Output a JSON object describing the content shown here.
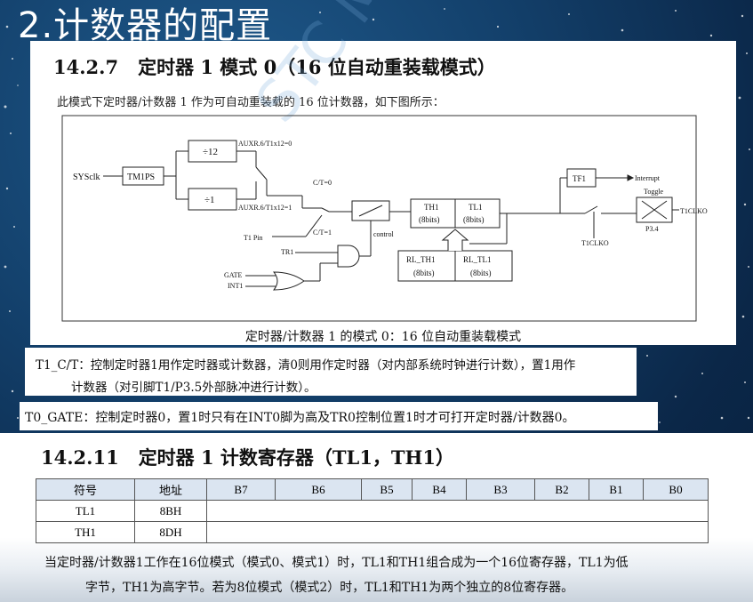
{
  "slide": {
    "title": "2.计数器的配置"
  },
  "section_mode": {
    "number": "14.2.7",
    "title": "定时器 1 模式 0（16 位自动重装载模式）",
    "intro": "此模式下定时器/计数器 1 作为可自动重装载的 16 位计数器，如下图所示：",
    "caption": "定时器/计数器 1 的模式 0：16 位自动重装载模式"
  },
  "diagram": {
    "sysclk": "SYSclk",
    "tm1ps": "TM1PS",
    "div12": "÷12",
    "div1": "÷1",
    "auxr0": "AUXR.6/T1x12=0",
    "auxr1": "AUXR.6/T1x12=1",
    "ct0": "C/T=0",
    "ct1": "C/T=1",
    "t1pin": "T1 Pin",
    "tr1": "TR1",
    "gate": "GATE",
    "int1": "INT1",
    "control": "control",
    "th1_name": "TH1",
    "th1_bits": "(8bits)",
    "tl1_name": "TL1",
    "tl1_bits": "(8bits)",
    "rlth1_name": "RL_TH1",
    "rlth1_bits": "(8bits)",
    "rltl1_name": "RL_TL1",
    "rltl1_bits": "(8bits)",
    "tf1": "TF1",
    "interrupt": "Interrupt",
    "toggle": "Toggle",
    "t1clko": "T1CLKO",
    "p34": "P3.4",
    "t1clko_sw": "T1CLKO",
    "watermark": "STC MCU"
  },
  "notes": {
    "ct_line1": "T1_C/T：控制定时器1用作定时器或计数器，清0则用作定时器（对内部系统时钟进行计数），置1用作",
    "ct_line2": "计数器（对引脚T1/P3.5外部脉冲进行计数）。",
    "gate_line": "T0_GATE：控制定时器0，置1时只有在INT0脚为高及TR0控制位置1时才可打开定时器/计数器0。"
  },
  "section_reg": {
    "number": "14.2.11",
    "title": "定时器 1 计数寄存器（TL1，TH1）",
    "headers": [
      "符号",
      "地址",
      "B7",
      "B6",
      "B5",
      "B4",
      "B3",
      "B2",
      "B1",
      "B0"
    ],
    "rows": [
      {
        "symbol": "TL1",
        "address": "8BH"
      },
      {
        "symbol": "TH1",
        "address": "8DH"
      }
    ],
    "note_line1": "当定时器/计数器1工作在16位模式（模式0、模式1）时，TL1和TH1组合成为一个16位寄存器，TL1为低",
    "note_line2": "字节，TH1为高字节。若为8位模式（模式2）时，TL1和TH1为两个独立的8位寄存器。"
  }
}
